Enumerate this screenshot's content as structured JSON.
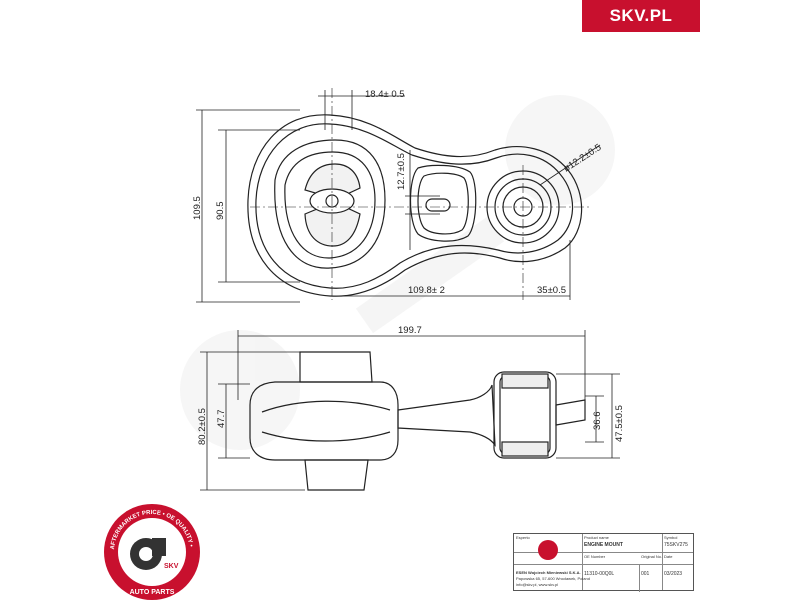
{
  "brand": {
    "label": "SKV.PL",
    "color": "#c8102e"
  },
  "dimensions": {
    "top_width": "18.4± 0.5",
    "outer_height": "109.5",
    "inner_height": "90.5",
    "slot_height": "12.7±0.5",
    "bore_dia": "ø12.2±0.5",
    "center_distance": "109.8± 2",
    "bushing_offset": "35±0.5",
    "overall_length": "199.7",
    "side_height": "80.2±0.5",
    "side_inner": "47.7",
    "bushing_height": "36.6",
    "bushing_total": "47.5±0.5"
  },
  "badge": {
    "ring_text": "AFTERMARKET PRICE • OE QUALITY •",
    "logo": "SKV",
    "bottom_text": "AUTO PARTS",
    "icon": "gear-piston-icon"
  },
  "title_block": {
    "h_company": "Esperto",
    "h_name": "Product name",
    "h_symbol": "Symbol",
    "name": "ENGINE MOUNT",
    "symbol": "75SKV275",
    "h_oe": "OE Number",
    "h_original": "Original No.",
    "h_date": "Date",
    "oe_number": "11310-00Q0L",
    "original": "001",
    "date": "03/2023",
    "company_line1": "ESEN Wojciech Mieniewski S.K.A.",
    "company_line2": "Papowska 65, 57-600 Wrocławek, Poland",
    "company_line3": "info@skv.pl, www.skv.pl"
  }
}
